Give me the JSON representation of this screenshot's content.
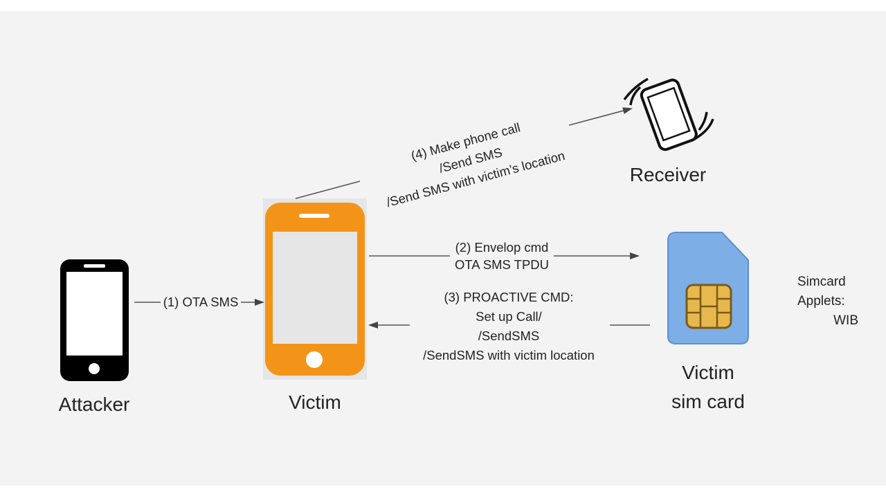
{
  "nodes": {
    "attacker": "Attacker",
    "victim": "Victim",
    "receiver": "Receiver",
    "sim_line1": "Victim",
    "sim_line2": "sim card",
    "applets_line1": "Simcard",
    "applets_line2": "Applets:",
    "applets_line3": "WIB"
  },
  "steps": {
    "step1": "(1) OTA SMS",
    "step2_line1": "(2) Envelop cmd",
    "step2_line2": "OTA SMS TPDU",
    "step3_line1": "(3) PROACTIVE CMD:",
    "step3_line2": "Set up Call/",
    "step3_line3": "/SendSMS",
    "step3_line4": "/SendSMS with victim location",
    "step4_line1": "(4) Make phone call",
    "step4_line2": "/Send SMS",
    "step4_line3": "/Send SMS with victim’s location"
  },
  "colors": {
    "victim_phone": "#f39419",
    "sim_card": "#7eaee6",
    "sim_chip": "#e6b84e",
    "attacker_phone": "#000000"
  },
  "icons": {
    "attacker": "phone-icon",
    "victim": "phone-icon",
    "receiver": "ringing-phone-icon",
    "sim": "sim-card-icon"
  }
}
